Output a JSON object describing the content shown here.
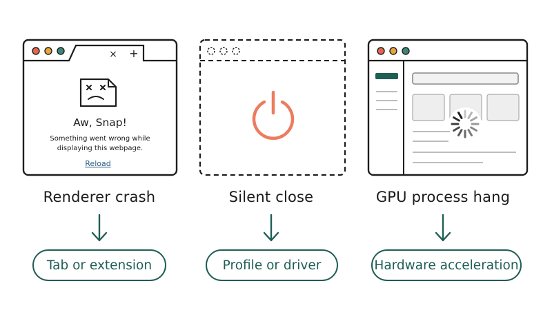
{
  "panels": [
    {
      "id": "renderer",
      "title": "Renderer crash",
      "cause": "Tab or extension",
      "window": {
        "heading": "Aw, Snap!",
        "message_line1": "Something went wrong while",
        "message_line2": "displaying this webpage.",
        "link": "Reload",
        "tab_close_glyph": "×",
        "new_tab_glyph": "+"
      }
    },
    {
      "id": "silent",
      "title": "Silent close",
      "cause": "Profile or driver"
    },
    {
      "id": "gpu",
      "title": "GPU process hang",
      "cause": "Hardware acceleration"
    }
  ],
  "icons": {
    "sad_page": "sad-page-icon",
    "power": "power-icon",
    "spinner": "loading-spinner-icon",
    "arrow": "arrow-down-icon"
  },
  "colors": {
    "ink": "#1d1d1d",
    "teal": "#1f5e55",
    "traffic_red": "#e0664d",
    "traffic_yellow": "#e9a43a",
    "traffic_green": "#3f8577",
    "power": "#ec7c5f",
    "link": "#2f5f8a",
    "skeleton_fill": "#eeeeee",
    "skeleton_line": "#bdbdbd"
  }
}
